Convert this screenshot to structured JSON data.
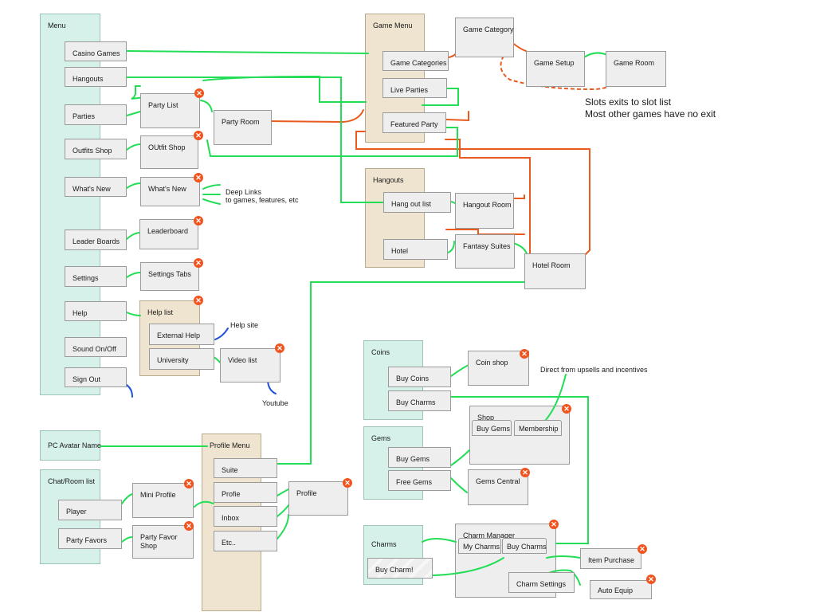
{
  "menu": {
    "title": "Menu",
    "items": {
      "casino_games": "Casino Games",
      "hangouts": "Hangouts",
      "parties": "Parties",
      "outfits_shop": "Outfits Shop",
      "whats_new": "What's New",
      "leader_boards": "Leader Boards",
      "settings": "Settings",
      "help": "Help",
      "sound": "Sound On/Off",
      "sign_out": "Sign Out"
    }
  },
  "screens": {
    "party_list": "Party List",
    "party_room": "Party Room",
    "outfit_shop": "OUtfit Shop",
    "whats_new": "What's New",
    "leaderboard": "Leaderboard",
    "settings_tabs": "Settings Tabs",
    "help_list": "Help list",
    "external_help": "External Help",
    "university": "University",
    "video_list": "Video list"
  },
  "game_menu": {
    "title": "Game Menu",
    "game_categories": "Game Categories",
    "live_parties": "Live Parties",
    "featured_party": "Featured Party",
    "game_category": "Game Category",
    "game_setup": "Game Setup",
    "game_room": "Game Room"
  },
  "hangouts": {
    "title": "Hangouts",
    "hang_out_list": "Hang out list",
    "hotel": "Hotel",
    "hangout_room": "Hangout Room",
    "fantasy_suites": "Fantasy Suites",
    "hotel_room": "Hotel Room"
  },
  "notes": {
    "slots_exit": "Slots exits to slot list",
    "other_games": "Most other games have no exit",
    "deep_links": "Deep Links",
    "deep_links_sub": "to games, features, etc",
    "help_site": "Help site",
    "youtube": "Youtube",
    "direct": "Direct from upsells and incentives"
  },
  "avatar": {
    "name": "PC Avatar Name"
  },
  "profile_menu": {
    "title": "Profile Menu",
    "suite": "Suite",
    "profile_item": "Profie",
    "inbox": "Inbox",
    "etc": "Etc..",
    "profile": "Profile"
  },
  "chat": {
    "title": "Chat/Room list",
    "player": "Player",
    "party_favors": "Party Favors",
    "mini_profile": "Mini Profile",
    "party_favor_shop": "Party Favor Shop"
  },
  "coins": {
    "title": "Coins",
    "buy_coins": "Buy Coins",
    "buy_charms": "Buy Charms",
    "coin_shop": "Coin shop"
  },
  "gems": {
    "title": "Gems",
    "buy_gems": "Buy Gems",
    "free_gems": "Free Gems",
    "shop": "Shop",
    "shop_buy_gems": "Buy Gems",
    "membership": "Membership",
    "gems_central": "Gems Central"
  },
  "charms": {
    "title": "Charms",
    "buy_charm": "Buy Charm!",
    "charm_manager": "Charm Manager",
    "my_charms": "My Charms",
    "buy_charms": "Buy Charms",
    "item_purchase": "Item Purchase",
    "charm_settings": "Charm Settings",
    "auto_equip": "Auto Equip"
  },
  "colors": {
    "teal_panel": "#d6f1ea",
    "tan_panel": "#efe4cf",
    "screen_box": "#eeeeee",
    "green_link": "#22dd55",
    "orange_link": "#e85a1e",
    "blue_external": "#1e50d8",
    "close_badge": "#f1541f"
  },
  "icons": {
    "close": "close-icon"
  }
}
